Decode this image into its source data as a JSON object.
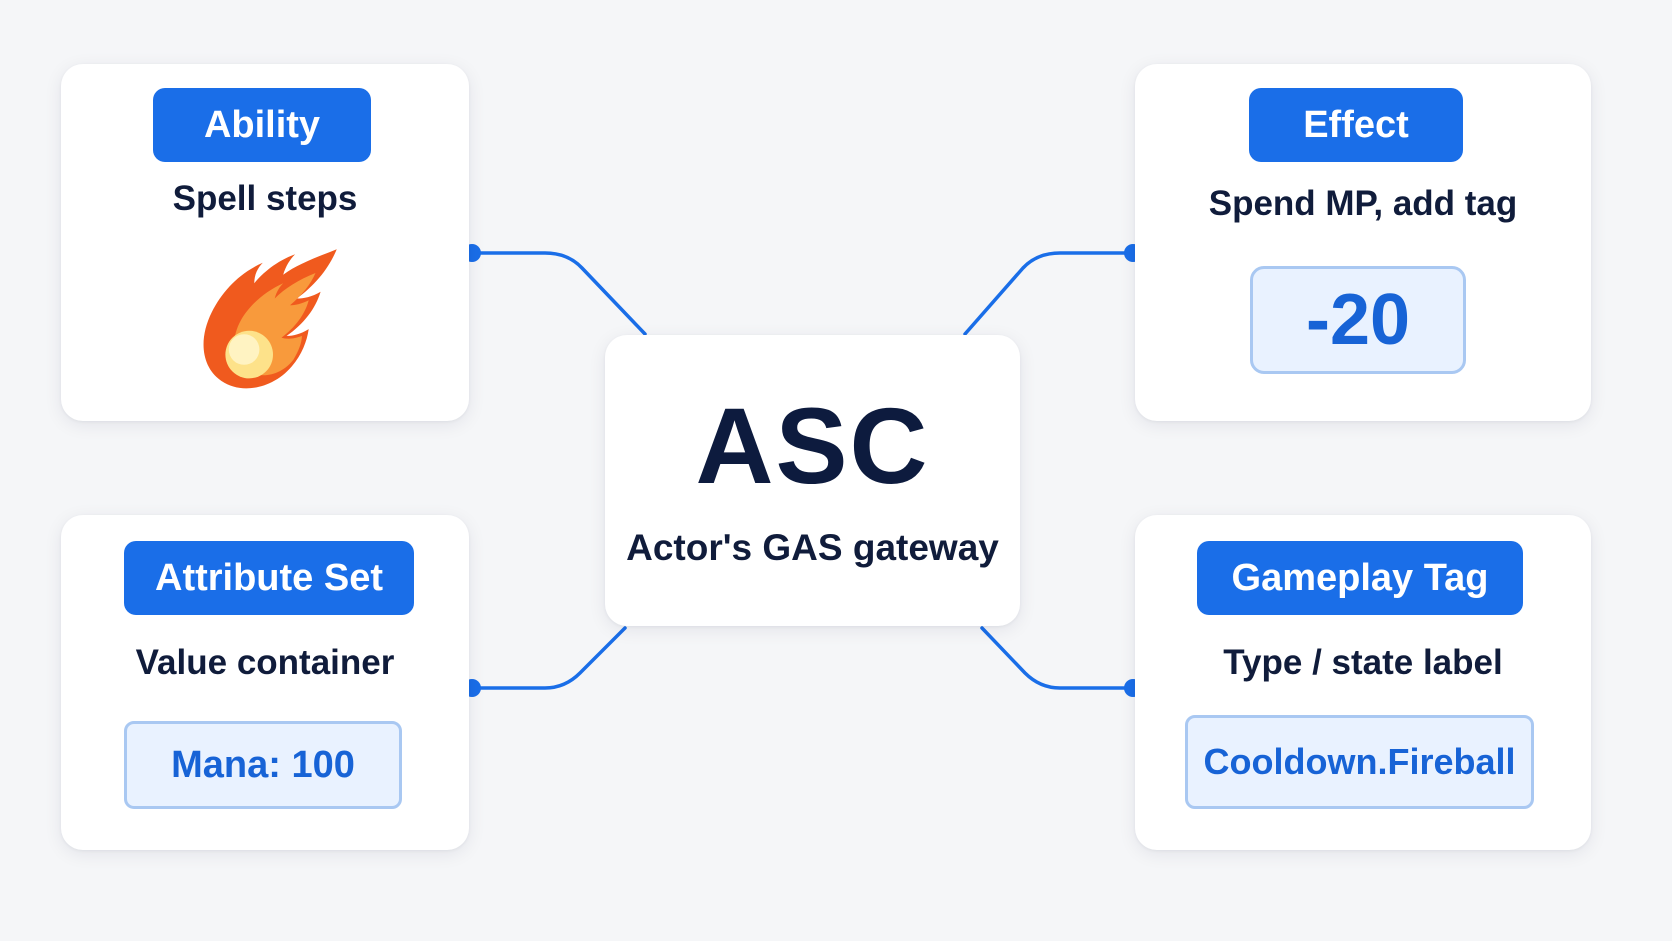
{
  "colors": {
    "accent": "#1a6ee8",
    "title_text": "#0d1b3e",
    "value_bg": "#e9f2ff",
    "value_border": "#a9c8f2",
    "background": "#f5f6f8"
  },
  "center": {
    "title": "ASC",
    "subtitle": "Actor's GAS gateway"
  },
  "ability": {
    "label": "Ability",
    "subtitle": "Spell steps",
    "icon": "fireball-icon"
  },
  "effect": {
    "label": "Effect",
    "subtitle": "Spend MP, add tag",
    "value": "-20"
  },
  "attribute_set": {
    "label": "Attribute Set",
    "subtitle": "Value container",
    "value": "Mana: 100"
  },
  "gameplay_tag": {
    "label": "Gameplay Tag",
    "subtitle": "Type / state label",
    "value": "Cooldown.Fireball"
  }
}
